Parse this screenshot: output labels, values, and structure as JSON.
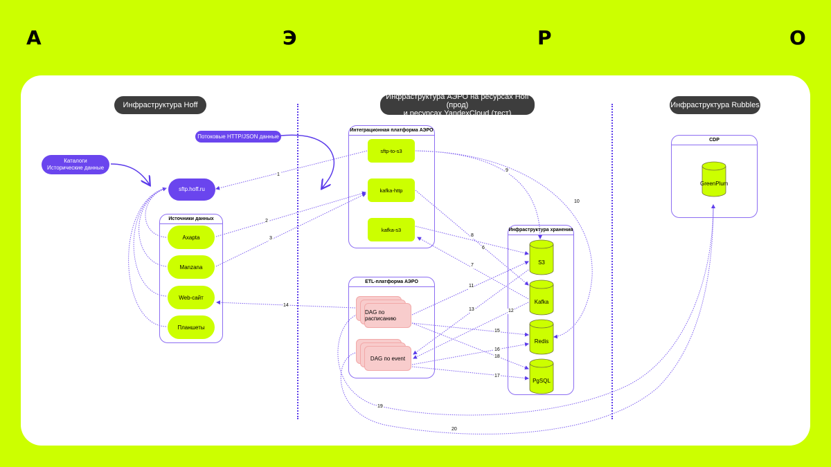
{
  "brand": {
    "letters": [
      "А",
      "Э",
      "Р",
      "О"
    ],
    "background": "#ccff00",
    "accent": "#6a45ee"
  },
  "sections": {
    "hoff": "Инфраструктура Hoff",
    "aero": "Инфраструктура АЭРО на ресурсах Hoff (прод)\nи ресурсах YandexCloud (тест)",
    "rubbles": "Инфраструктура Rubbles"
  },
  "external_inputs": {
    "catalogs": "Каталоги\nИсторические данные",
    "streaming": "Потоковые HTTP/JSON данные",
    "sftp": "sftp.hoff.ru"
  },
  "sources": {
    "title": "Источники данных",
    "items": [
      "Axapta",
      "Manzana",
      "Web-сайт",
      "Планшеты"
    ]
  },
  "integration": {
    "title": "Интеграционная платформа АЭРО",
    "items": [
      "sftp-to-s3",
      "kafka-http",
      "kafka-s3"
    ]
  },
  "etl": {
    "title": "ETL-платформа АЭРО",
    "items": [
      "DAG по расписанию",
      "DAG по event"
    ]
  },
  "storage": {
    "title": "Инфраструктура хранения",
    "items": [
      "S3",
      "Kafka",
      "Redis",
      "PgSQL"
    ]
  },
  "cdp": {
    "title": "CDP",
    "items": [
      "GreenPlum"
    ]
  },
  "edges": [
    {
      "id": "1",
      "from": "sftp-to-s3",
      "to": "sftp.hoff.ru"
    },
    {
      "id": "2",
      "from": "Axapta",
      "to": "kafka-http"
    },
    {
      "id": "3",
      "from": "Manzana",
      "to": "kafka-http"
    },
    {
      "id": "6",
      "from": "kafka-http",
      "to": "Kafka"
    },
    {
      "id": "7",
      "from": "Kafka",
      "to": "kafka-s3"
    },
    {
      "id": "8",
      "from": "kafka-s3",
      "to": "S3"
    },
    {
      "id": "9",
      "from": "sftp-to-s3",
      "to": "S3"
    },
    {
      "id": "10",
      "from": "sftp-to-s3",
      "to": "Redis"
    },
    {
      "id": "11",
      "from": "DAG по расписанию",
      "to": "S3"
    },
    {
      "id": "12",
      "from": "Kafka",
      "to": "DAG по event"
    },
    {
      "id": "13",
      "from": "S3",
      "to": "DAG по event"
    },
    {
      "id": "14",
      "from": "DAG по расписанию",
      "to": "Web-сайт"
    },
    {
      "id": "15",
      "from": "DAG по расписанию",
      "to": "Redis"
    },
    {
      "id": "16",
      "from": "DAG по event",
      "to": "Redis"
    },
    {
      "id": "17",
      "from": "DAG по event",
      "to": "PgSQL"
    },
    {
      "id": "18",
      "from": "DAG по расписанию",
      "to": "PgSQL"
    },
    {
      "id": "19",
      "from": "DAG по расписанию",
      "to": "GreenPlum"
    },
    {
      "id": "20",
      "from": "DAG по event",
      "to": "GreenPlum"
    }
  ]
}
